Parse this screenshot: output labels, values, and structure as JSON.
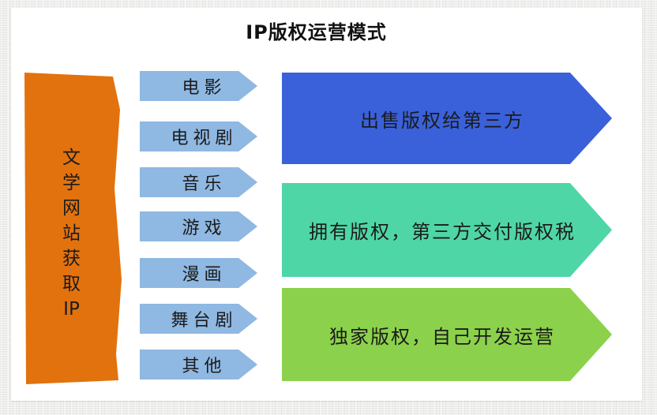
{
  "title": "IP版权运营模式",
  "source": {
    "label": "文学网站获取IP",
    "fill": "#E2720E",
    "chars": [
      "文",
      "学",
      "网",
      "站",
      "获",
      "取",
      "IP"
    ]
  },
  "categories": {
    "fill": "#8FB8E2",
    "items": [
      "电影",
      "电视剧",
      "音乐",
      "游戏",
      "漫画",
      "舞台剧",
      "其他"
    ]
  },
  "modes": [
    {
      "label": "出售版权给第三方",
      "fill": "#3A61DA"
    },
    {
      "label": "拥有版权，第三方交付版权税",
      "fill": "#4FD6A6"
    },
    {
      "label": "独家版权，自己开发运营",
      "fill": "#8CD14B"
    }
  ],
  "colors": {
    "background": "#ECECEA",
    "panel": "#FFFFFF",
    "text": "#1B1B1B"
  }
}
